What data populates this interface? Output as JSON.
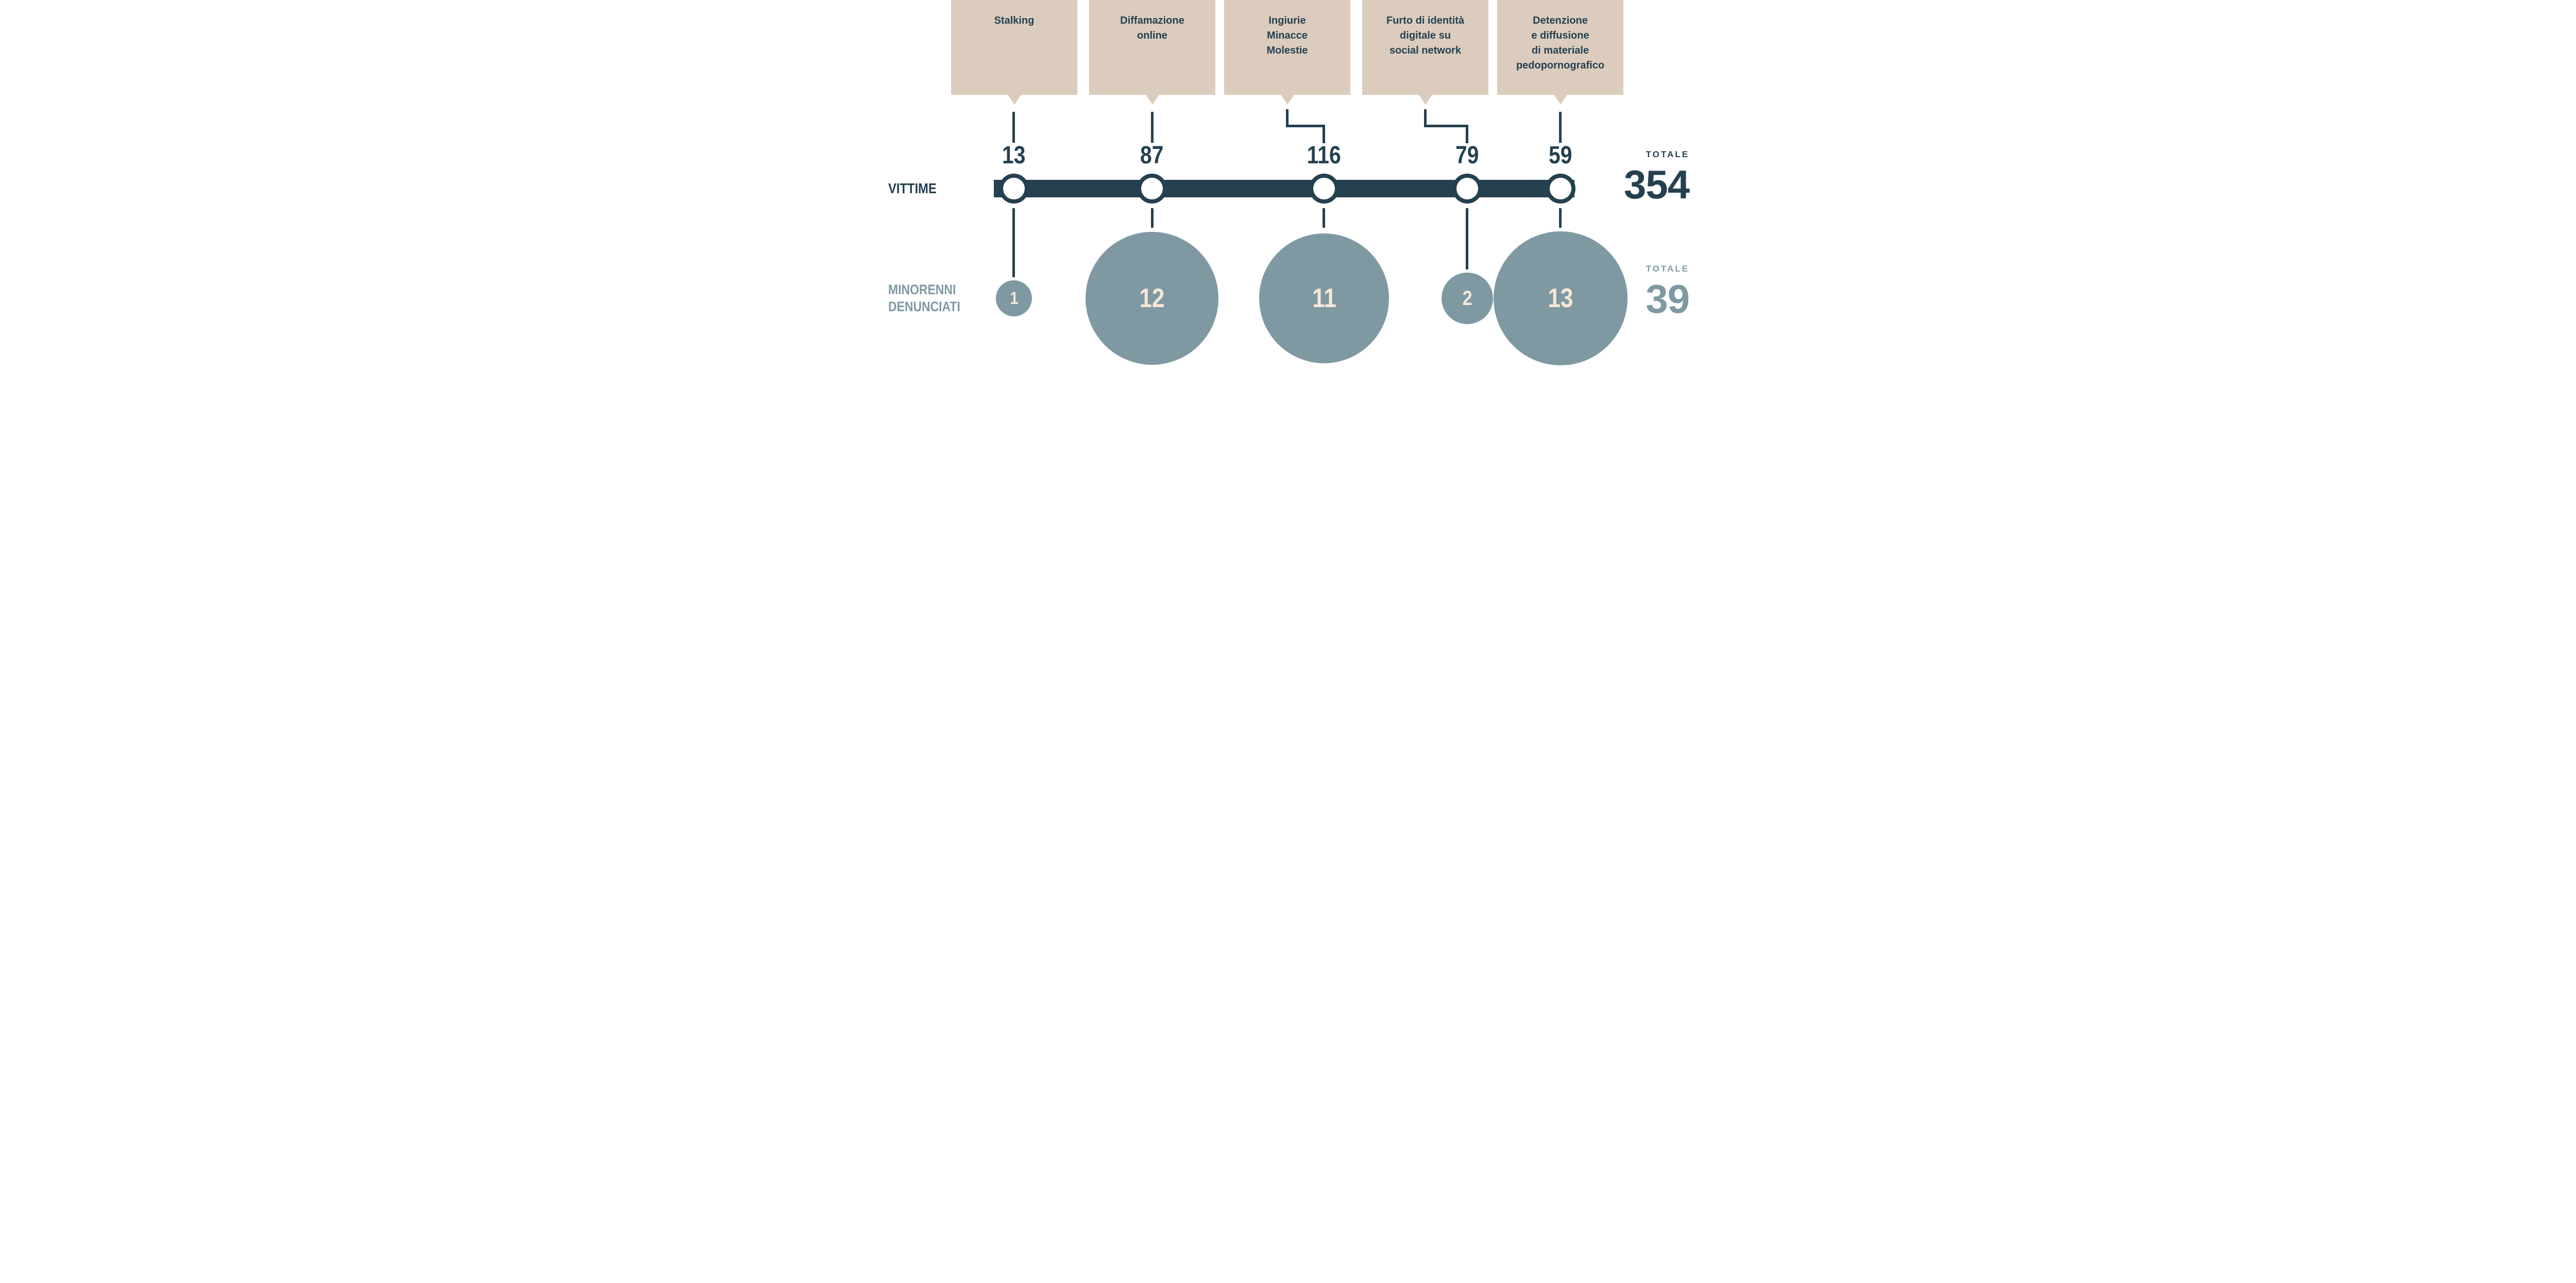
{
  "chart_data": {
    "type": "pictorial-timeline",
    "title": "",
    "categories": [
      "Stalking",
      "Diffamazione online",
      "Ingiurie Minacce Molestie",
      "Furto di identità digitale su social network",
      "Detenzione e diffusione di materiale pedopornografico"
    ],
    "series": [
      {
        "name": "VITTIME",
        "values": [
          13,
          87,
          116,
          79,
          59
        ],
        "total": 354
      },
      {
        "name": "MINORENNI DENUNCIATI",
        "values": [
          1,
          12,
          11,
          2,
          13
        ],
        "total": 39
      }
    ],
    "legend_position": "left",
    "grid": false
  },
  "columns": [
    {
      "label": "Stalking",
      "victims": "13",
      "minors": "1"
    },
    {
      "label": "Diffamazione\nonline",
      "victims": "87",
      "minors": "12"
    },
    {
      "label": "Ingiurie\nMinacce\nMolestie",
      "victims": "116",
      "minors": "11"
    },
    {
      "label": "Furto di identità\ndigitale su\nsocial network",
      "victims": "79",
      "minors": "2"
    },
    {
      "label": "Detenzione\ne diffusione\ndi materiale\npedopornografico",
      "victims": "59",
      "minors": "13"
    }
  ],
  "left_labels": {
    "victims": "VITTIME",
    "minors": "MINORENNI\nDENUNCIATI"
  },
  "totals": {
    "victims_label": "TOTALE",
    "victims_value": "354",
    "minors_label": "TOTALE",
    "minors_value": "39"
  },
  "colors": {
    "navy": "#25404f",
    "tan": "#dbccbd",
    "gray": "#7f99a3",
    "cream": "#f5e7d7",
    "white": "#ffffff"
  }
}
